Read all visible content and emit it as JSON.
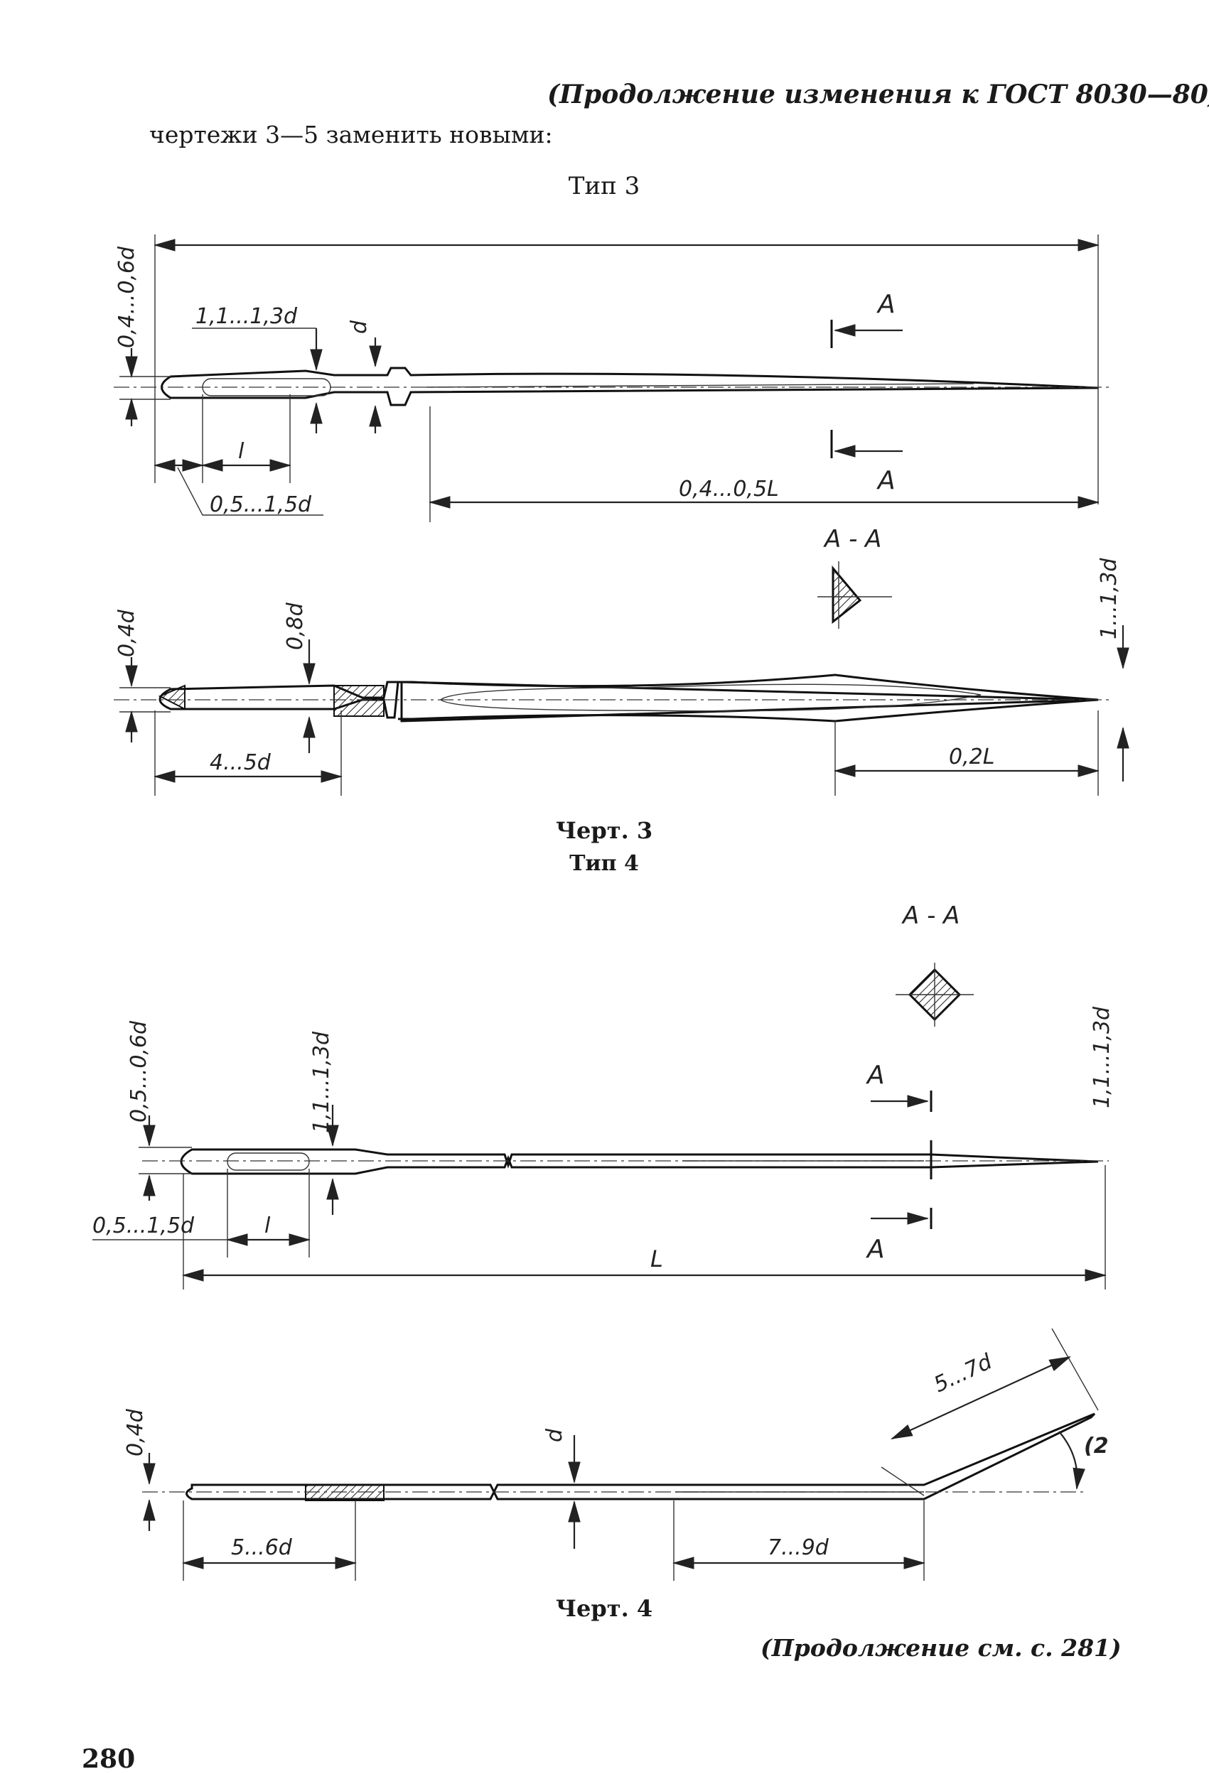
{
  "header": "(Продолжение изменения к ГОСТ 8030—80)",
  "intro": "чертежи 3—5 заменить новыми:",
  "type3_title": "Тип 3",
  "type4_title": "Тип 4",
  "fig3_caption": "Черт. 3",
  "fig4_caption": "Черт. 4",
  "footer": "(Продолжение см. с. 281)",
  "page_number": "280",
  "dims": {
    "t3_head_width": "0,4...0,6d",
    "t3_shank": "1,1...1,3d",
    "t3_d": "d",
    "t3_l": "l",
    "t3_end": "0,5...1,5d",
    "t3_taper": "0,4...0,5L",
    "sec": "A",
    "sec_title": "А - А",
    "t3b_04d": "0,4d",
    "t3b_08d": "0,8d",
    "t3b_45d": "4...5d",
    "t3b_02L": "0,2L",
    "t3b_tip": "1...1,3d",
    "t4_head": "0,5...0,6d",
    "t4_shank": "1,1...1,3d",
    "t4_end": "0,5...1,5d",
    "t4_l": "l",
    "t4_L": "L",
    "t4_tip": "1,1...1,3d",
    "t4b_04d": "0,4d",
    "t4b_d": "d",
    "t4b_56d": "5...6d",
    "t4b_79d": "7...9d",
    "t4b_57d": "5...7d",
    "t4b_angle": "(2"
  }
}
